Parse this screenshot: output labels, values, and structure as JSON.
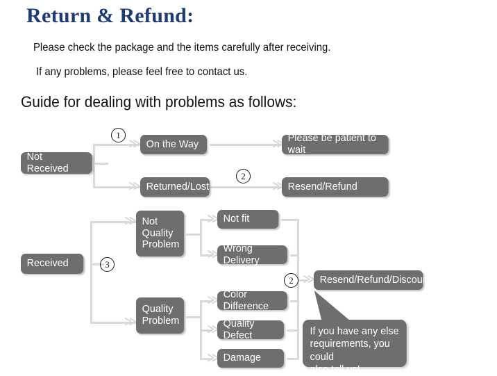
{
  "header": {
    "title": "Return & Refund:",
    "line1": "Please check the package and the items carefully after receiving.",
    "line2": "If any problems, please feel free to contact us.",
    "guide": "Guide for dealing with problems as follows:"
  },
  "colors": {
    "title_blue": "#1f3b73",
    "box_gray": "#6e6e6e",
    "connector_gray": "#d9d9d9",
    "background": "#ffffff",
    "box_text": "#ffffff"
  },
  "flow": {
    "markers": {
      "one": "①",
      "two": "②",
      "three": "③",
      "two_b": "②"
    },
    "marker_numbers": {
      "one": "1",
      "two": "2",
      "three": "3",
      "two_b": "2"
    },
    "arrow_glyph": "≫",
    "nodes": {
      "not_received": "Not Received",
      "on_the_way": "On the Way",
      "returned_lost": "Returned/Lost",
      "please_wait": "Please be patient to wait",
      "resend_refund": "Resend/Refund",
      "received": "Received",
      "not_quality_problem": "Not\nQuality\nProblem",
      "quality_problem": "Quality\nProblem",
      "not_fit": "Not fit",
      "wrong_delivery": "Wrong Delivery",
      "color_difference": "Color Difference",
      "quality_defect": "Quality Defect",
      "damage": "Damage",
      "resend_refund_discount": "Resend/Refund/Discount"
    },
    "callout": "If you have any else\nrequirements, you could\nalso tell us!"
  }
}
